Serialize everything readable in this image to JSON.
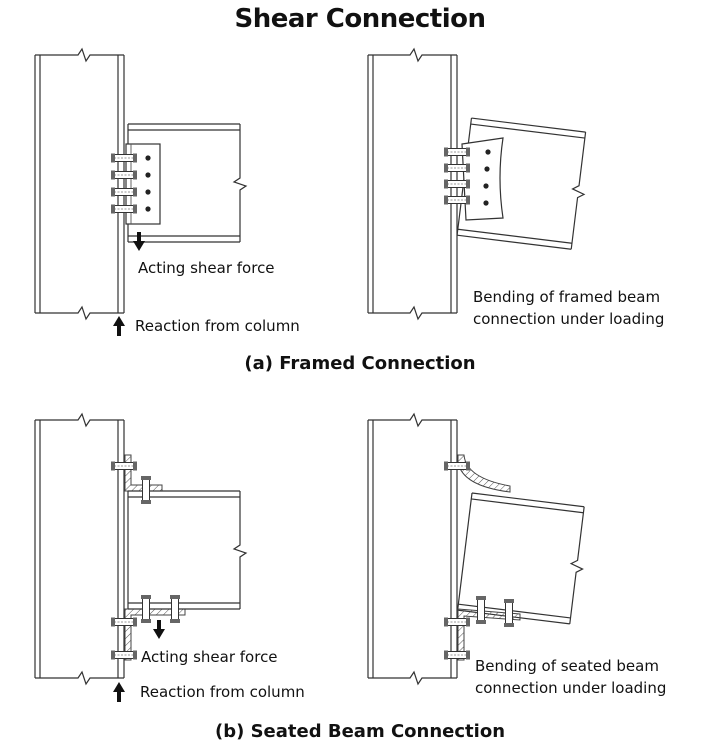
{
  "title": "Shear Connection",
  "framed": {
    "caption": "(a) Framed Connection",
    "acting_label": "Acting shear force",
    "reaction_label": "Reaction from column",
    "bending_label_1": "Bending of framed beam",
    "bending_label_2": "connection under loading"
  },
  "seated": {
    "caption": "(b) Seated Beam Connection",
    "acting_label": "Acting shear force",
    "reaction_label": "Reaction from column",
    "bending_label_1": "Bending of seated beam",
    "bending_label_2": "connection under loading"
  }
}
